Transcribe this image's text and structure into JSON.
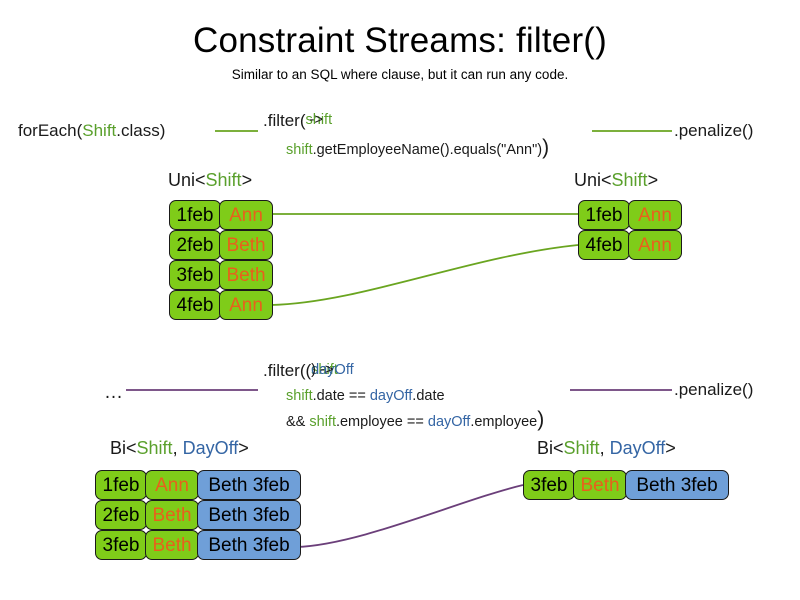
{
  "slide": {
    "title": "Constraint Streams: filter()",
    "subtitle": "Similar to an SQL where clause, but it can run any code."
  },
  "colors": {
    "green_card": "#7fcc19",
    "blue_card": "#6f9fd8",
    "name_text": "#e8601c",
    "shift_token": "#5aa02c",
    "dayoff_token": "#3465a4",
    "green_link": "#6aa520",
    "purple_link": "#6b3f7a"
  },
  "section_uni": {
    "source_label": {
      "prefix": "forEach(",
      "type": "Shift",
      "suffix": ".class)"
    },
    "filter": {
      "line1_prefix": ".filter(",
      "line1_param": "shift",
      "line1_suffix": " ->",
      "line2_receiver": "shift",
      "line2_body": ".getEmployeeName().equals(\"Ann\")",
      "line2_close": ")"
    },
    "penalize_label": ".penalize()",
    "left_stream": {
      "header_prefix": "Uni<",
      "header_type": "Shift",
      "header_suffix": ">",
      "rows": [
        {
          "date": "1feb",
          "name": "Ann"
        },
        {
          "date": "2feb",
          "name": "Beth"
        },
        {
          "date": "3feb",
          "name": "Beth"
        },
        {
          "date": "4feb",
          "name": "Ann"
        }
      ]
    },
    "right_stream": {
      "header_prefix": "Uni<",
      "header_type": "Shift",
      "header_suffix": ">",
      "rows": [
        {
          "date": "1feb",
          "name": "Ann"
        },
        {
          "date": "4feb",
          "name": "Ann"
        }
      ]
    }
  },
  "section_bi": {
    "source_label": "…",
    "filter": {
      "line1_prefix": ".filter((",
      "line1_param1": "shift",
      "line1_comma": ", ",
      "line1_param2": "dayOff",
      "line1_suffix": ") ->",
      "line2_a": "shift",
      "line2_b": ".date == ",
      "line2_c": "dayOff",
      "line2_d": ".date",
      "line3_a": "&& ",
      "line3_b": "shift",
      "line3_c": ".employee == ",
      "line3_d": "dayOff",
      "line3_e": ".employee",
      "line3_close": ")"
    },
    "penalize_label": ".penalize()",
    "left_stream": {
      "header_prefix": "Bi<",
      "header_type1": "Shift",
      "header_comma": ", ",
      "header_type2": "DayOff",
      "header_suffix": ">",
      "rows": [
        {
          "date": "1feb",
          "name": "Ann",
          "dayoff": "Beth 3feb"
        },
        {
          "date": "2feb",
          "name": "Beth",
          "dayoff": "Beth 3feb"
        },
        {
          "date": "3feb",
          "name": "Beth",
          "dayoff": "Beth 3feb"
        }
      ]
    },
    "right_stream": {
      "header_prefix": "Bi<",
      "header_type1": "Shift",
      "header_comma": ", ",
      "header_type2": "DayOff",
      "header_suffix": ">",
      "rows": [
        {
          "date": "3feb",
          "name": "Beth",
          "dayoff": "Beth 3feb"
        }
      ]
    }
  }
}
